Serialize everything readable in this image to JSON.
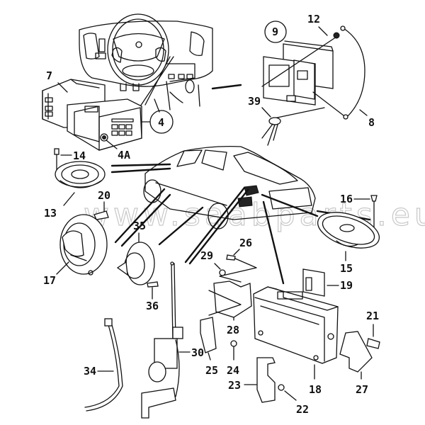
{
  "diagram": {
    "title": "Saab audio system parts diagram",
    "watermark": "www.saabparts.eu",
    "callouts": [
      {
        "id": "c4",
        "label": "4",
        "circled": true,
        "part": "radio-unit"
      },
      {
        "id": "c4a",
        "label": "4A",
        "circled": false,
        "part": "radio-knob"
      },
      {
        "id": "c7",
        "label": "7",
        "circled": false,
        "part": "radio-mounting-frame"
      },
      {
        "id": "c8",
        "label": "8",
        "circled": false,
        "part": "antenna-cable"
      },
      {
        "id": "c9",
        "label": "9",
        "circled": true,
        "part": "control-module"
      },
      {
        "id": "c12",
        "label": "12",
        "circled": false,
        "part": "screw"
      },
      {
        "id": "c13",
        "label": "13",
        "circled": false,
        "part": "front-door-speaker"
      },
      {
        "id": "c14",
        "label": "14",
        "circled": false,
        "part": "screw"
      },
      {
        "id": "c15",
        "label": "15",
        "circled": false,
        "part": "rear-speaker"
      },
      {
        "id": "c16",
        "label": "16",
        "circled": false,
        "part": "screw"
      },
      {
        "id": "c17",
        "label": "17",
        "circled": false,
        "part": "speaker-cover"
      },
      {
        "id": "c18",
        "label": "18",
        "circled": false,
        "part": "screw"
      },
      {
        "id": "c19",
        "label": "19",
        "circled": false,
        "part": "cd-changer"
      },
      {
        "id": "c20",
        "label": "20",
        "circled": false,
        "part": "cover"
      },
      {
        "id": "c21",
        "label": "21",
        "circled": false,
        "part": "screw"
      },
      {
        "id": "c22",
        "label": "22",
        "circled": false,
        "part": "screw"
      },
      {
        "id": "c23",
        "label": "23",
        "circled": false,
        "part": "bracket"
      },
      {
        "id": "c24",
        "label": "24",
        "circled": false,
        "part": "nut"
      },
      {
        "id": "c25",
        "label": "25",
        "circled": false,
        "part": "bracket"
      },
      {
        "id": "c26",
        "label": "26",
        "circled": false,
        "part": "nut"
      },
      {
        "id": "c27",
        "label": "27",
        "circled": false,
        "part": "nut"
      },
      {
        "id": "c28",
        "label": "28",
        "circled": false,
        "part": "bracket"
      },
      {
        "id": "c29",
        "label": "29",
        "circled": false,
        "part": "bracket"
      },
      {
        "id": "c30",
        "label": "30",
        "circled": false,
        "part": "power-antenna"
      },
      {
        "id": "c34",
        "label": "34",
        "circled": false,
        "part": "tweeter-speaker"
      },
      {
        "id": "c35",
        "label": "35",
        "circled": false,
        "part": "screw"
      },
      {
        "id": "c36",
        "label": "36",
        "circled": false,
        "part": "antenna-cable"
      },
      {
        "id": "c39",
        "label": "39",
        "circled": false,
        "part": "wire-harness"
      }
    ]
  }
}
